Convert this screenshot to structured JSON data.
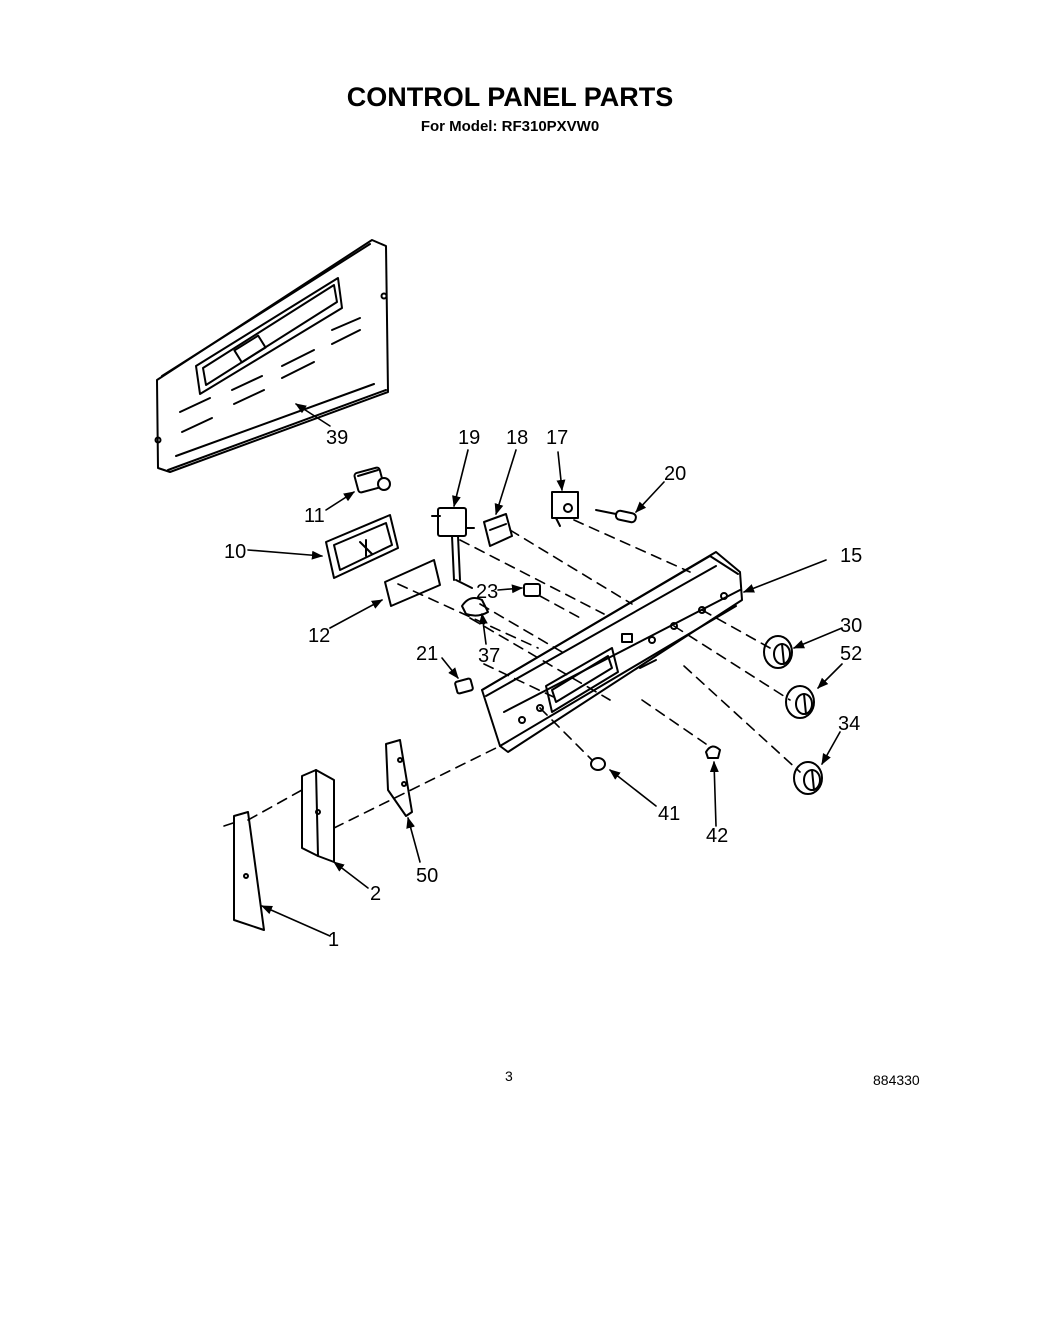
{
  "header": {
    "title": "CONTROL PANEL PARTS",
    "subtitle": "For Model: RF310PXVW0"
  },
  "callouts": {
    "c1": "1",
    "c2": "2",
    "c10": "10",
    "c11": "11",
    "c12": "12",
    "c15": "15",
    "c17": "17",
    "c18": "18",
    "c19": "19",
    "c20": "20",
    "c21": "21",
    "c23": "23",
    "c30": "30",
    "c34": "34",
    "c37": "37",
    "c39": "39",
    "c41": "41",
    "c42": "42",
    "c50": "50",
    "c52": "52"
  },
  "footer": {
    "page_number": "3",
    "document_number": "884330"
  }
}
